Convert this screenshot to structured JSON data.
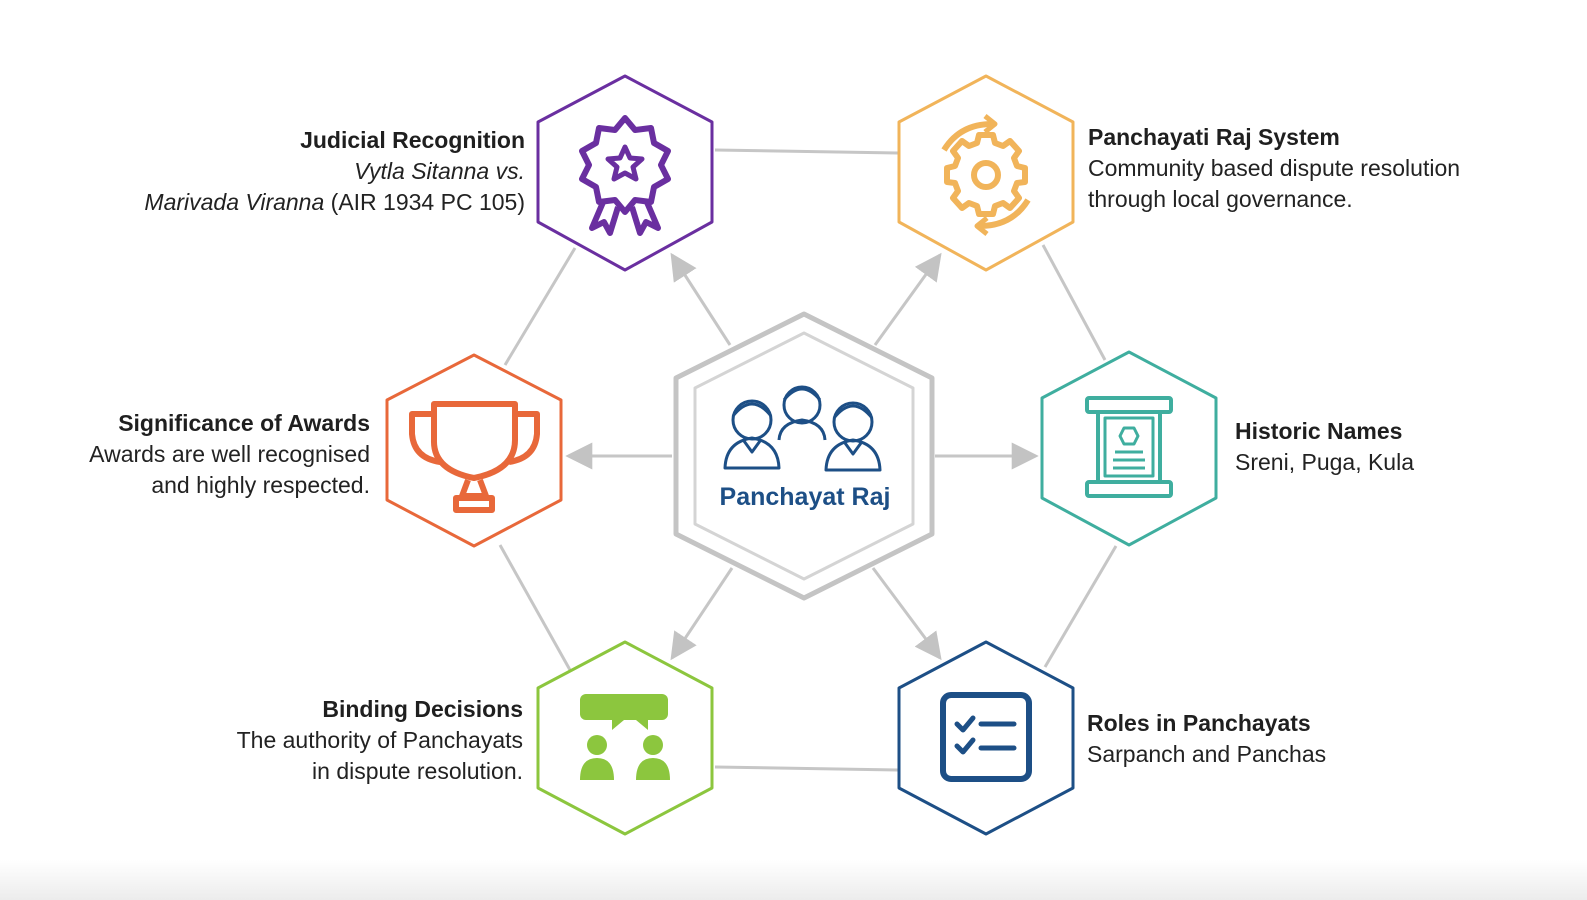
{
  "center": {
    "label": "Panchayat Raj"
  },
  "nodes": {
    "judicial": {
      "title": "Judicial Recognition",
      "case_name_1": "Vytla Sitanna vs.",
      "case_name_2": "Marivada Viranna",
      "citation": " (AIR 1934 PC 105)",
      "color": "#6a2fa0",
      "icon": "award-ribbon-icon"
    },
    "system": {
      "title": "Panchayati Raj System",
      "line1": "Community based dispute resolution",
      "line2": "through local governance.",
      "color": "#f1b45a",
      "icon": "gear-cycle-icon"
    },
    "awards": {
      "title": "Significance of Awards",
      "line1": "Awards are well recognised",
      "line2": "and highly respected.",
      "color": "#e8683a",
      "icon": "trophy-icon"
    },
    "historic": {
      "title": "Historic Names",
      "line1": "Sreni, Puga, Kula",
      "color": "#3fae9f",
      "icon": "scroll-icon"
    },
    "binding": {
      "title": "Binding Decisions",
      "line1": "The authority of Panchayats",
      "line2": "in dispute resolution.",
      "color": "#8cc63e",
      "icon": "discussion-icon"
    },
    "roles": {
      "title": "Roles in Panchayats",
      "line1": "Sarpanch and Panchas",
      "color": "#1d4f86",
      "icon": "checklist-icon"
    }
  },
  "center_color": "#1d4f86"
}
